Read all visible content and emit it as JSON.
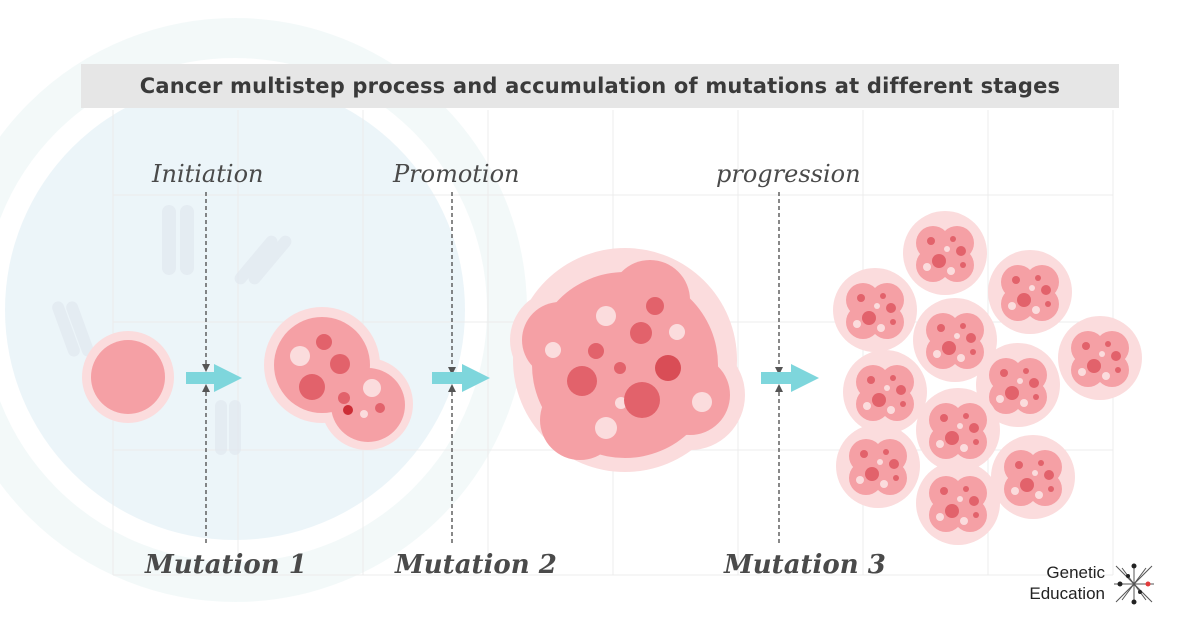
{
  "title": "Cancer multistep process and accumulation of mutations at different stages",
  "stages": [
    {
      "name": "Initiation",
      "mutation": "Mutation 1"
    },
    {
      "name": "Promotion",
      "mutation": "Mutation 2"
    },
    {
      "name": "progression",
      "mutation": "Mutation 3"
    }
  ],
  "logo": {
    "line1": "Genetic",
    "line2": "Education"
  },
  "colors": {
    "arrow": "#7ed6dc",
    "cell_fill": "#f5a0a5",
    "cell_halo": "#fbdcdd",
    "cell_dark_spot": "#e2626b",
    "background_circle": "#e8f2f8",
    "grid_line": "#ececec",
    "title_bar": "#e6e6e6"
  },
  "icons": {
    "arrow": "right-arrow-icon",
    "logo": "dna-network-icon"
  }
}
